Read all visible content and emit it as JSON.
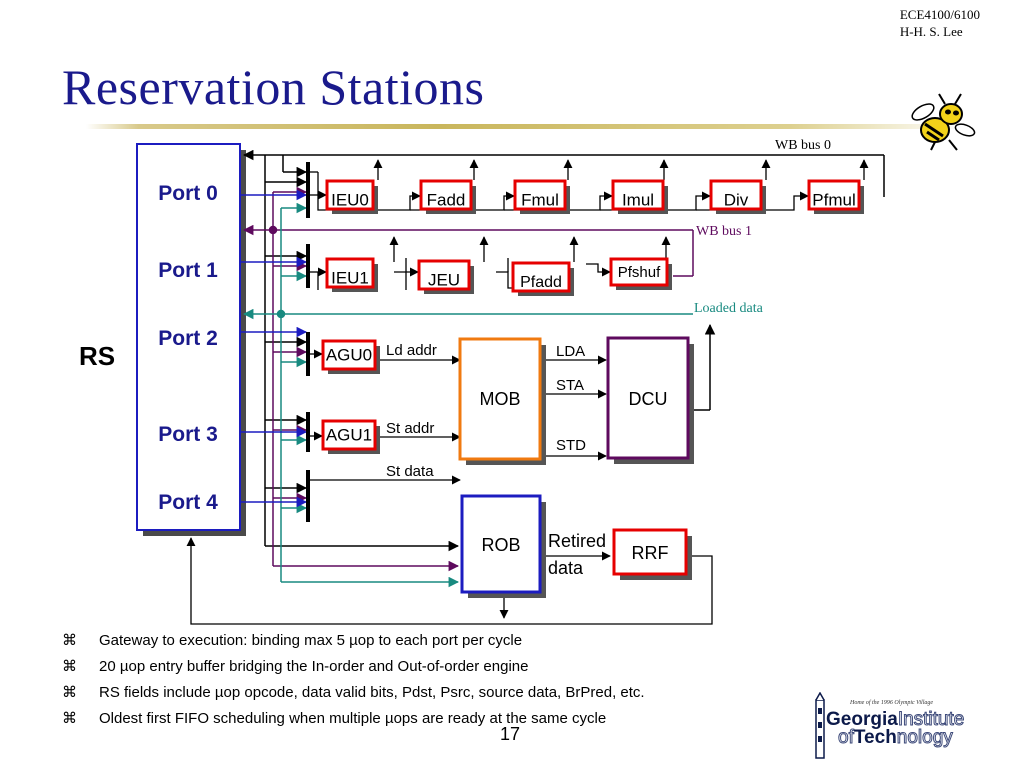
{
  "header": {
    "course": "ECE4100/6100",
    "author": "H-H. S. Lee",
    "title": "Reservation Stations"
  },
  "diagram": {
    "rs_label": "RS",
    "ports": [
      "Port 0",
      "Port 1",
      "Port 2",
      "Port 3",
      "Port 4"
    ],
    "units_row0": [
      "IEU0",
      "Fadd",
      "Fmul",
      "Imul",
      "Div",
      "Pfmul"
    ],
    "units_row1": [
      "IEU1",
      "JEU",
      "Pfadd",
      "Pfshuf"
    ],
    "agu": [
      "AGU0",
      "AGU1"
    ],
    "mob": "MOB",
    "dcu": "DCU",
    "rob": "ROB",
    "rrf": "RRF",
    "wb_bus0": "WB bus 0",
    "wb_bus1": "WB bus 1",
    "loaded_data": "Loaded data",
    "ld_addr": "Ld addr",
    "st_addr": "St addr",
    "st_data": "St data",
    "lda": "LDA",
    "sta": "STA",
    "std": "STD",
    "retired_line1": "Retired",
    "retired_line2": "data",
    "colors": {
      "red": "#e60000",
      "blue": "#1c1cc0",
      "orange": "#f07a10",
      "purple": "#5e0a5e",
      "teal": "#188a80",
      "title": "#1a1a8c"
    }
  },
  "bullets": [
    {
      "icon": "⌘",
      "text": "Gateway to execution: binding max 5 µop to each port per cycle"
    },
    {
      "icon": "⌘",
      "text": "20 µop entry buffer bridging the In-order and Out-of-order engine"
    },
    {
      "icon": "⌘",
      "text": "RS fields include µop opcode, data valid bits, Pdst, Psrc, source data, BrPred, etc."
    },
    {
      "icon": "⌘",
      "text": "Oldest first FIFO scheduling when multiple µops are ready at the same cycle"
    }
  ],
  "page_number": "17",
  "logo": {
    "tagline": "Home of the 1996 Olympic Village",
    "line1_a": "Georgia",
    "line1_b": "Institute",
    "line2_a": "of",
    "line2_b": "Tech",
    "line2_c": "nology"
  }
}
